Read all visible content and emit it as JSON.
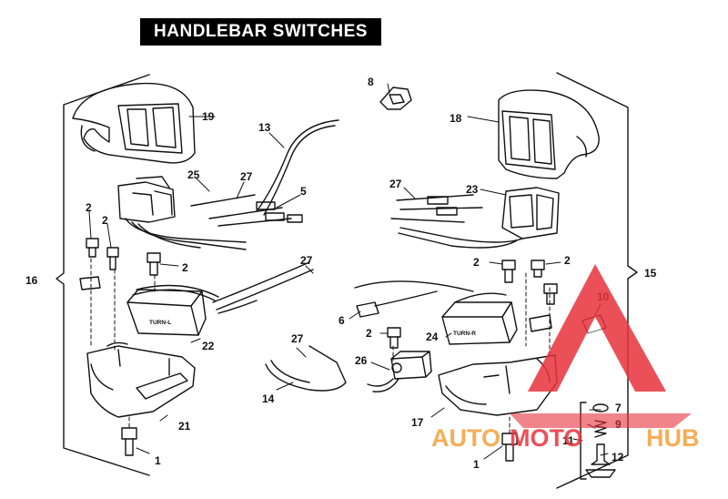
{
  "title": "HANDLEBAR SWITCHES",
  "callouts": {
    "c1_left": "1",
    "c1_right": "1",
    "c2_a": "2",
    "c2_b": "2",
    "c2_c": "2",
    "c2_d": "2",
    "c2_e": "2",
    "c2_f": "2",
    "c5": "5",
    "c6": "6",
    "c7": "7",
    "c8": "8",
    "c9": "9",
    "c10": "10",
    "c11": "11",
    "c12": "12",
    "c13": "13",
    "c14": "14",
    "c15": "15",
    "c16": "16",
    "c17": "17",
    "c18": "18",
    "c19": "19",
    "c21": "21",
    "c22": "22",
    "c23": "23",
    "c24": "24",
    "c25": "25",
    "c26": "26",
    "c27_a": "27",
    "c27_b": "27",
    "c27_c": "27",
    "c27_d": "27"
  },
  "part_labels": {
    "turn_left": "TURN-L",
    "turn_right": "TURN-R"
  },
  "watermark": {
    "auto": "AUTO",
    "moto": "MOTO",
    "hub": "HUB",
    "brand_color": "#e8323c",
    "accent_color": "#f4a13a"
  }
}
